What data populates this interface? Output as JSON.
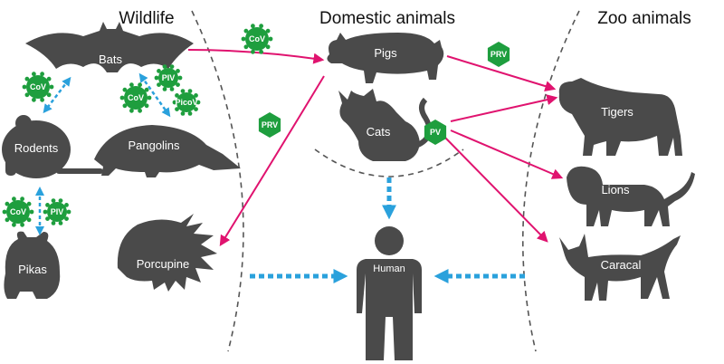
{
  "headings": {
    "wildlife": "Wildlife",
    "domestic": "Domestic animals",
    "zoo": "Zoo animals"
  },
  "animals": {
    "bats": "Bats",
    "rodents": "Rodents",
    "pangolins": "Pangolins",
    "pikas": "Pikas",
    "porcupine": "Porcupine",
    "pigs": "Pigs",
    "cats": "Cats",
    "human": "Human",
    "tigers": "Tigers",
    "lions": "Lions",
    "caracal": "Caracal"
  },
  "viruses": {
    "cov_bats_rodents": "CoV",
    "piv_bats": "PIV",
    "cov_bats_pangolins": "CoV",
    "picov_bats": "PicoV",
    "cov_wild_domestic": "CoV",
    "prv_porcupine": "PRV",
    "prv_pigs_tigers": "PRV",
    "pv_cats": "PV",
    "cov_rodents_pikas": "CoV",
    "piv_rodents_pikas": "PIV"
  },
  "colors": {
    "silhouette": "#4a4a4a",
    "virus_badge": "#1e9e3e",
    "transmission_arrow": "#e0136f",
    "human_arrow": "#2aa1dc"
  }
}
